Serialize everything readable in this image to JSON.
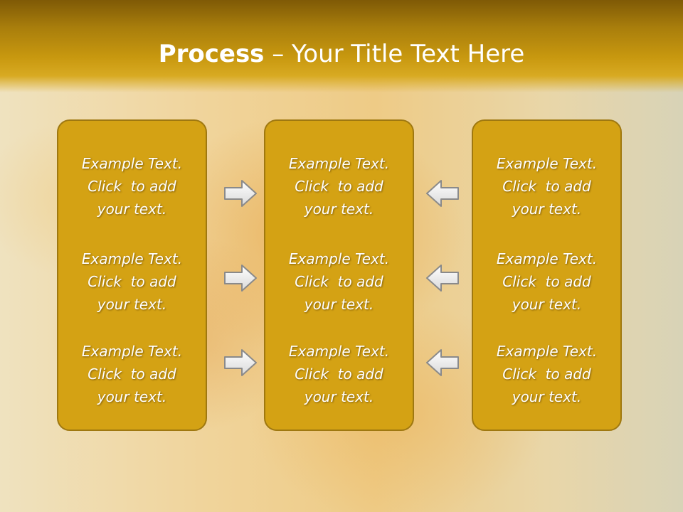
{
  "slide": {
    "title_bold": "Process",
    "title_rest": " – Your Title Text Here"
  },
  "panels": [
    {
      "blocks": [
        [
          "Example Text.",
          "Click  to add",
          "your text."
        ],
        [
          "Example Text.",
          "Click  to add",
          "your text."
        ],
        [
          "Example Text.",
          "Click  to add",
          "your text."
        ]
      ]
    },
    {
      "blocks": [
        [
          "Example Text.",
          "Click  to add",
          "your text."
        ],
        [
          "Example Text.",
          "Click  to add",
          "your text."
        ],
        [
          "Example Text.",
          "Click  to add",
          "your text."
        ]
      ]
    },
    {
      "blocks": [
        [
          "Example Text.",
          "Click  to add",
          "your text."
        ],
        [
          "Example Text.",
          "Click  to add",
          "your text."
        ],
        [
          "Example Text.",
          "Click  to add",
          "your text."
        ]
      ]
    }
  ],
  "arrows": {
    "left_column": "right-arrow-icon",
    "right_column": "left-arrow-icon"
  },
  "colors": {
    "panel_fill": "#d4a214",
    "panel_border": "#9f7810",
    "header_dark": "#7f5a06",
    "text": "#ffffff"
  }
}
